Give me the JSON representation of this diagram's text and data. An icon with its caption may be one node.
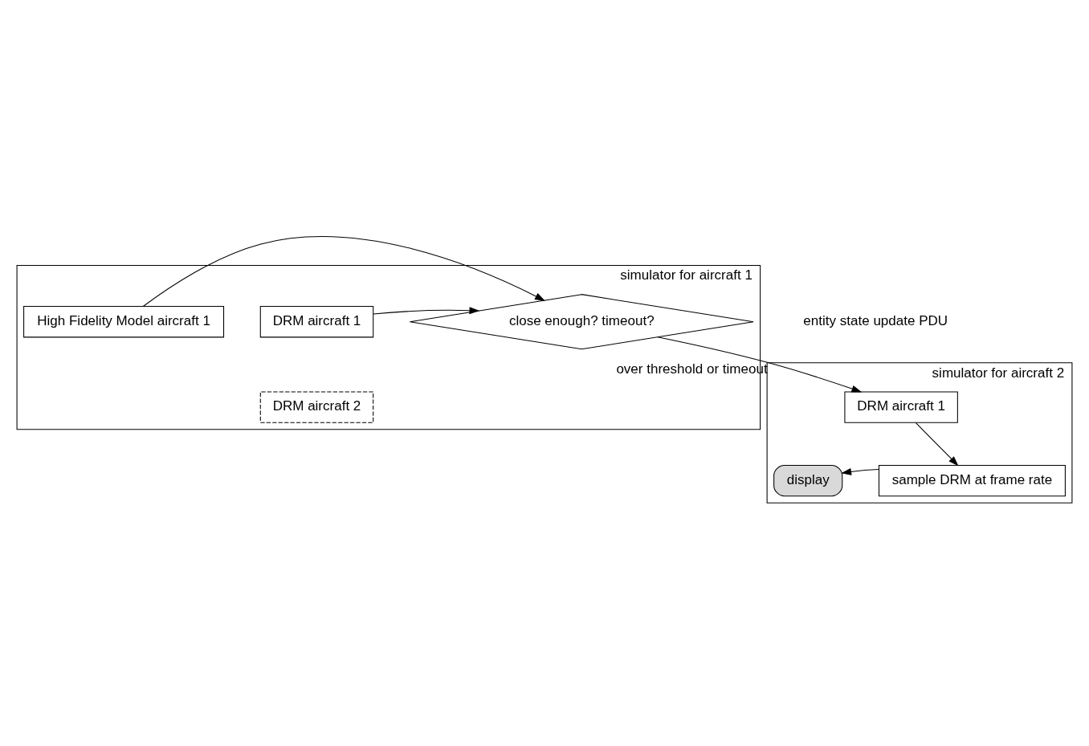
{
  "diagram": {
    "nodes": [
      {
        "text": [
          "simulator for aircraft 1"
        ]
      },
      {
        "text": [
          "High Fidelity Model aircraft 1"
        ],
        "in": 0
      },
      {
        "text": [
          "close enough? timeout?"
        ],
        "in": 0
      },
      {
        "text": [
          "DRM aircraft 1"
        ],
        "in": 0
      },
      {
        "text": [
          "DRM aircraft 2"
        ],
        "in": 0
      },
      {
        "text": [
          "simulator for aircraft 2"
        ]
      },
      {
        "text": [
          "DRM aircraft 1"
        ],
        "in": 5
      },
      {
        "text": [
          "sample DRM at frame rate"
        ],
        "in": 5
      },
      {
        "text": [
          "display"
        ],
        "in": 5
      }
    ],
    "edges": [
      {
        "from": 1,
        "to": 2,
        "arrow": "to"
      },
      {
        "from": 3,
        "to": 2,
        "arrow": "to"
      },
      {
        "from": 2,
        "to": 6,
        "arrow": "to",
        "label": "over threshold or timeout"
      },
      {
        "from": 6,
        "to": 7,
        "arrow": "to"
      },
      {
        "from": 7,
        "to": 8,
        "arrow": "to"
      }
    ],
    "labels": [
      "entity state update PDU"
    ]
  }
}
